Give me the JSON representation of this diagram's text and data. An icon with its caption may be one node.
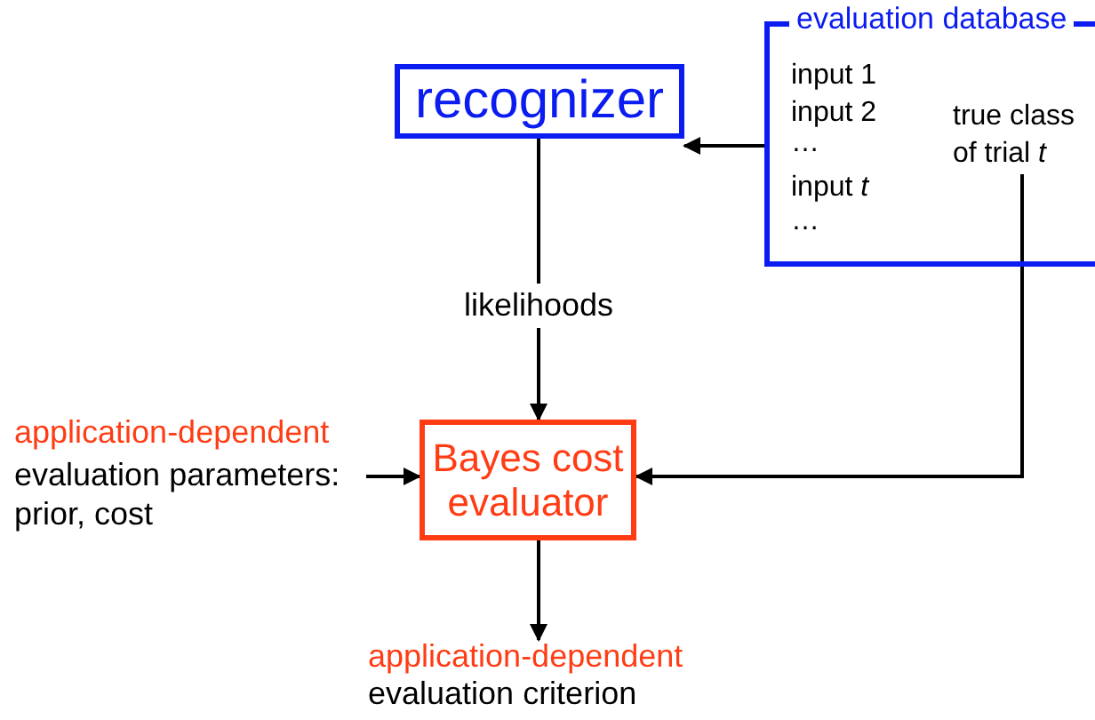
{
  "diagram": {
    "nodes": [
      {
        "text": [
          "evaluation database",
          "input 1",
          "input 2",
          "…",
          "input *t*",
          "…"
        ]
      },
      {
        "text": [
          "true class of trial *t*"
        ],
        "in": 0
      },
      {
        "text": [
          "recognizer"
        ]
      },
      {
        "text": [
          "application-dependent",
          "evaluation parameters: prior, cost"
        ]
      },
      {
        "text": [
          "Bayes cost evaluator"
        ]
      },
      {
        "text": [
          "application-dependent",
          "evaluation criterion"
        ]
      }
    ],
    "edges": [
      {
        "from": 0,
        "to": 2,
        "arrow": "to"
      },
      {
        "from": 2,
        "to": 4,
        "arrow": "to",
        "label": "likelihoods"
      },
      {
        "from": 1,
        "to": 4,
        "arrow": "to"
      },
      {
        "from": 3,
        "to": 4,
        "arrow": "to"
      },
      {
        "from": 4,
        "to": 5,
        "arrow": "to"
      }
    ]
  }
}
